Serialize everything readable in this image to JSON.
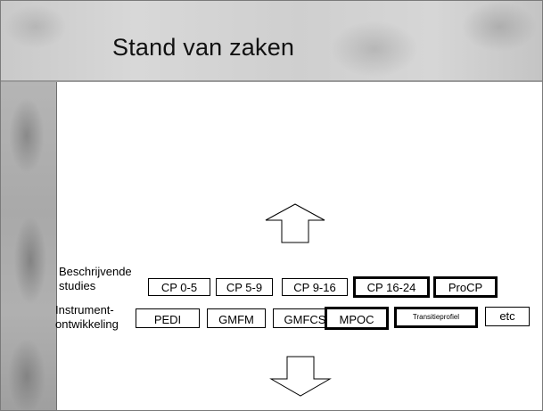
{
  "slide": {
    "title": "Stand van zaken"
  },
  "rows": {
    "descriptive": {
      "label_line1": "Beschrijvende",
      "label_line2": "studies",
      "items": [
        "CP 0-5",
        "CP 5-9",
        "CP 9-16",
        "CP 16-24",
        "ProCP"
      ]
    },
    "instrument": {
      "label_line1": "Instrument-",
      "label_line2": "ontwikkeling",
      "items": [
        "PEDI",
        "GMFM",
        "GMFCS",
        "MPOC",
        "Transitieprofiel",
        "etc"
      ]
    }
  },
  "arrows": {
    "top": "up-arrow-icon",
    "bottom": "down-arrow-icon"
  },
  "colors": {
    "text": "#000000",
    "header_tint": "#d0d0d0",
    "strip_tint": "#aaaaaa"
  }
}
